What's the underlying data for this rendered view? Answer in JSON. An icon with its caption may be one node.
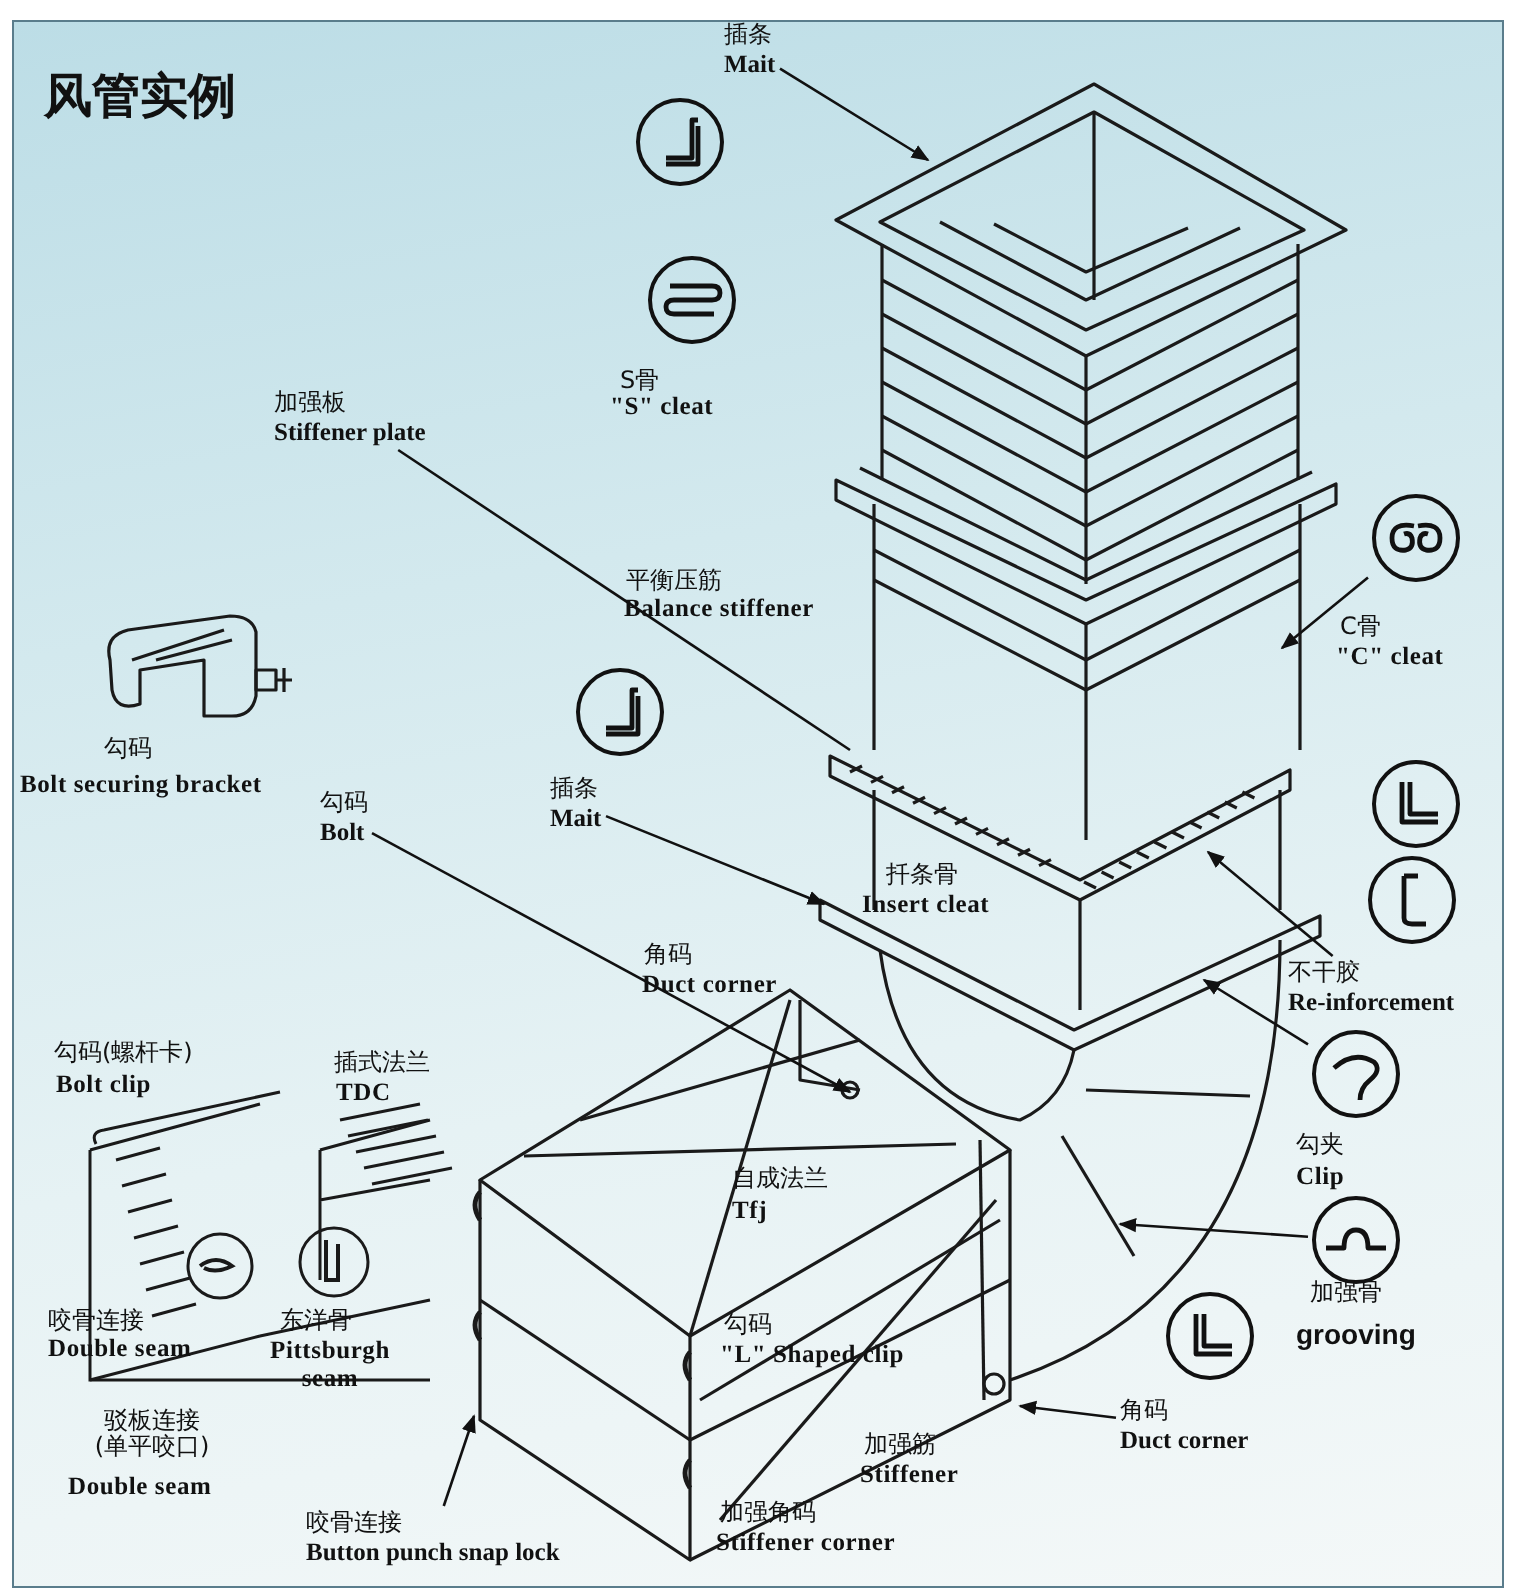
{
  "diagram": {
    "title": "风管实例",
    "nodes": [
      {
        "text": [
          "插条",
          "Mait"
        ]
      },
      {
        "text": [
          "加强板",
          "Stiffener plate"
        ]
      },
      {
        "text": [],
        "shape": "circle",
        "beside": [
          "C骨",
          "\"C\" cleat"
        ]
      },
      {
        "text": [
          "插条",
          "Mait"
        ]
      },
      {
        "text": [
          "勾码",
          "Bolt"
        ]
      },
      {
        "text": [
          "不干胶",
          "Re-inforcement"
        ]
      },
      {
        "text": [],
        "shape": "circle",
        "beside": [
          "勾夹",
          "Clip"
        ]
      },
      {
        "text": [],
        "shape": "circle",
        "beside": [
          "加强骨",
          "grooving"
        ]
      },
      {
        "text": [
          "角码",
          "Duct corner"
        ]
      },
      {
        "text": [
          "咬骨连接",
          "Button punch snap lock"
        ]
      }
    ],
    "edges": [
      {
        "from": 0,
        "to": null,
        "arrow": "to"
      },
      {
        "from": 1,
        "to": null,
        "arrow": "none"
      },
      {
        "from": 2,
        "to": null,
        "arrow": "to"
      },
      {
        "from": 3,
        "to": null,
        "arrow": "to"
      },
      {
        "from": 4,
        "to": null,
        "arrow": "to"
      },
      {
        "from": 5,
        "to": null,
        "arrow": "to"
      },
      {
        "from": 6,
        "to": null,
        "arrow": "to"
      },
      {
        "from": 7,
        "to": null,
        "arrow": "to"
      },
      {
        "from": 8,
        "to": null,
        "arrow": "to"
      },
      {
        "from": 9,
        "to": null,
        "arrow": "to"
      }
    ],
    "labels": [
      "S骨",
      "\"S\" cleat",
      "平衡压筋",
      "Balance stiffener",
      "勾码",
      "Bolt securing bracket",
      "扦条骨",
      "Insert cleat",
      "角码",
      "Duct corner",
      "勾码(螺杆卡)",
      "Bolt clip",
      "插式法兰",
      "TDC",
      "自成法兰",
      "Tfj",
      "咬骨连接",
      "Double seam",
      "东洋骨",
      "Pittsburgh seam",
      "勾码",
      "\"L\" Shaped clip",
      "驳板连接(单平咬口)",
      "Double seam",
      "加强筋",
      "Stiffener",
      "加强角码",
      "Stiffener corner"
    ]
  }
}
